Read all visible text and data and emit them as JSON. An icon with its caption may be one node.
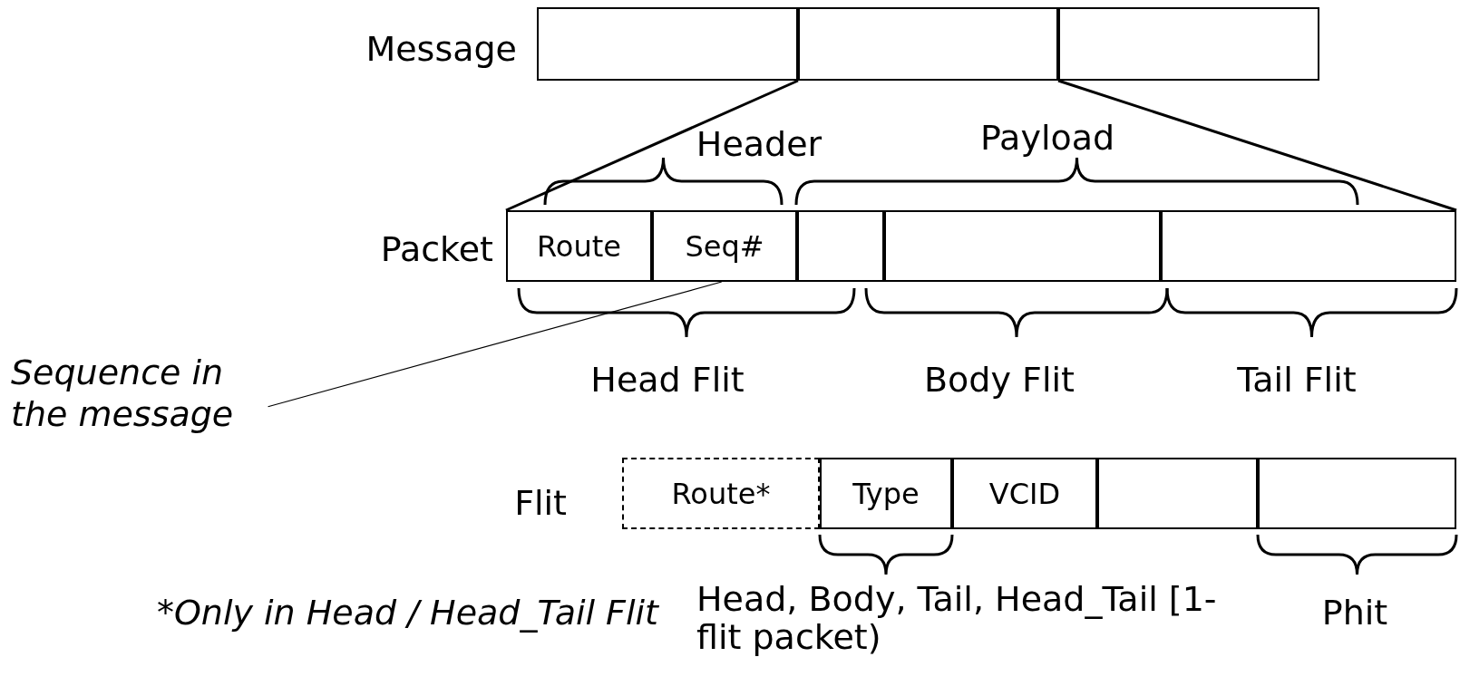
{
  "diagram": {
    "nodes": [
      {
        "text": [],
        "shape": "box"
      },
      {
        "text": [],
        "shape": "box"
      },
      {
        "text": [],
        "shape": "box"
      },
      {
        "text": [
          "Route"
        ]
      },
      {
        "text": [
          "Seq#"
        ]
      },
      {
        "text": [],
        "shape": "box"
      },
      {
        "text": [],
        "shape": "box"
      },
      {
        "text": [],
        "shape": "box"
      },
      {
        "text": [
          "Sequence in the message"
        ]
      },
      {
        "text": [
          "Route*"
        ]
      },
      {
        "text": [
          "Type"
        ]
      },
      {
        "text": [
          "VCID"
        ]
      },
      {
        "text": [],
        "shape": "box"
      },
      {
        "text": [],
        "shape": "box"
      }
    ],
    "edges": [
      {
        "from": 1,
        "to": 3,
        "arrow": "none"
      },
      {
        "from": 1,
        "to": 7,
        "arrow": "none"
      },
      {
        "from": 8,
        "to": 4,
        "arrow": "none"
      }
    ],
    "labels": [
      "Message",
      "Header",
      "Payload",
      "Packet",
      "Head Flit",
      "Body Flit",
      "Tail Flit",
      "Flit",
      "*Only in Head / Head_Tail Flit",
      "Head, Body, Tail, Head_Tail [1-flit packet)",
      "Phit"
    ]
  }
}
